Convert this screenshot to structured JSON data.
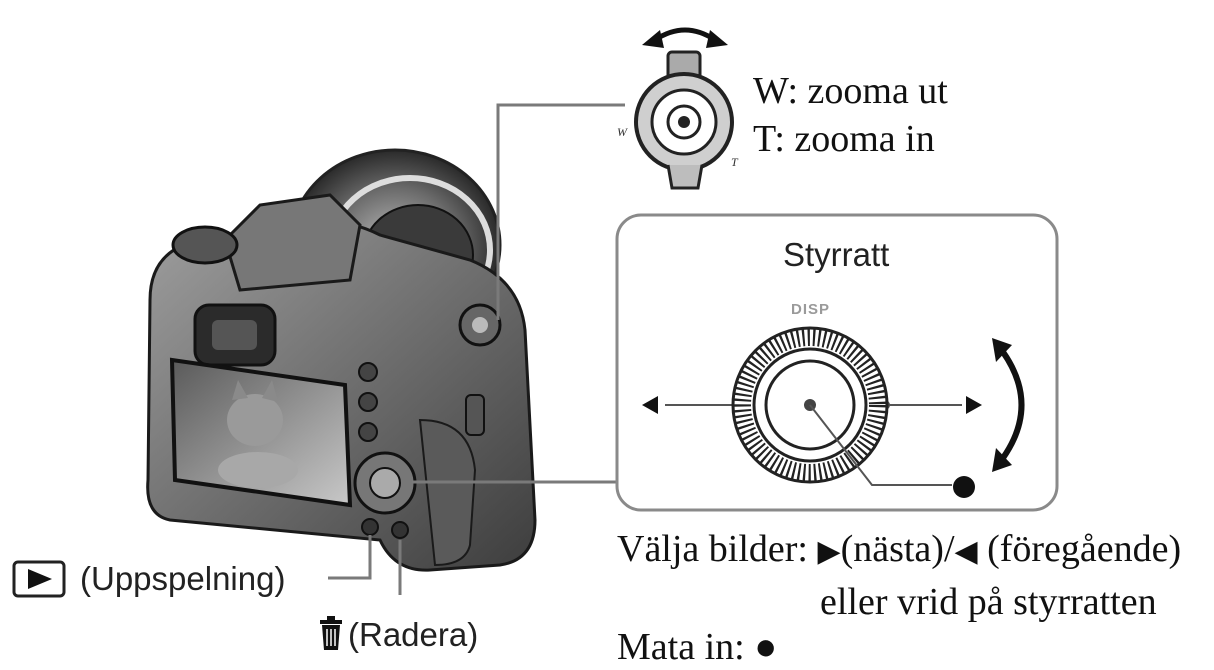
{
  "zoom": {
    "w_label": "W: zooma ut",
    "t_label": "T: zooma in",
    "lever_w_mark": "W",
    "lever_t_mark": "T"
  },
  "control_wheel": {
    "title": "Styrratt",
    "disp_label": "DISP"
  },
  "instructions": {
    "select_prefix": "Välja bilder:",
    "next_glyph": "▶",
    "next_text": "(nästa)/",
    "prev_glyph": "◀",
    "prev_text": "(föregående)",
    "line2": "eller vrid på styrratten",
    "enter_prefix": "Mata in:",
    "enter_glyph": "●"
  },
  "buttons": {
    "playback_label": "(Uppspelning)",
    "delete_label": "(Radera)"
  },
  "icons": [
    "playback-icon",
    "trash-icon",
    "zoom-lever-icon",
    "rotate-arrow-icon",
    "left-arrow-icon",
    "right-arrow-icon",
    "center-dot-icon",
    "camera-illustration"
  ],
  "colors": {
    "line": "#7a7a7a",
    "panel_border": "#8a8a8a",
    "ink": "#111111"
  }
}
